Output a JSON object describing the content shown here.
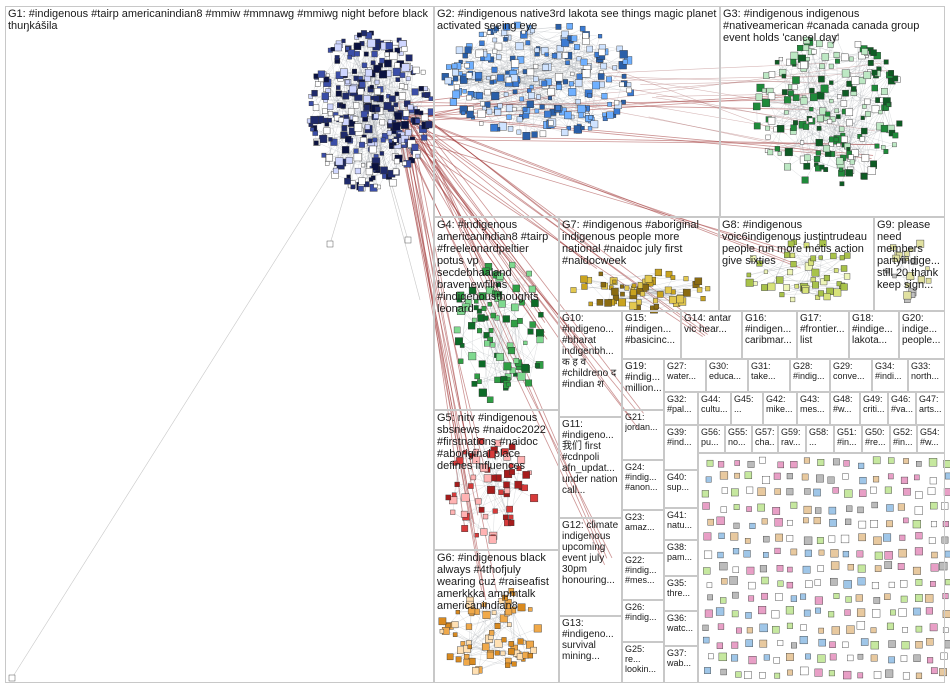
{
  "groups": [
    {
      "id": "G1",
      "label": "G1: #indigenous #tairp americanindian8 #mmiw #mmnawg #mmiwg night before black thuŋkášila"
    },
    {
      "id": "G2",
      "label": "G2: #indigenous native3rd lakota see things magic planet activated seeing eye"
    },
    {
      "id": "G3",
      "label": "G3: #indigenous indigenous #nativeamerican #canada canada group event holds 'cancel day'"
    },
    {
      "id": "G4",
      "label": "G4: #indigenous americanindian8 #tairp #freeleonardpeltier potus vp secdebhaaland bravenewfilms #indigenousthoughts leonard"
    },
    {
      "id": "G7",
      "label": "G7: #indigenous #aboriginal indigenous people more national #naidoc july first #naidocweek"
    },
    {
      "id": "G8",
      "label": "G8: #indigenous voic6indigenous justintrudeau people run more métis action give sixties"
    },
    {
      "id": "G9",
      "label": "G9: please need members partyindige... still 20 thank keep sign..."
    },
    {
      "id": "G10",
      "label": "G10: #indigeno... #bharat indigenbh... क ह व #childreno द #indian श"
    },
    {
      "id": "G15",
      "label": "G15: #indigen... #basicinc..."
    },
    {
      "id": "G14",
      "label": "G14: antar vic hear..."
    },
    {
      "id": "G16",
      "label": "G16: #indigen... caribmar..."
    },
    {
      "id": "G17",
      "label": "G17: #frontier... list"
    },
    {
      "id": "G18",
      "label": "G18: #indige... lakota..."
    },
    {
      "id": "G20",
      "label": "G20: indige... people..."
    },
    {
      "id": "G19",
      "label": "G19: #indig... million..."
    },
    {
      "id": "G27",
      "label": "G27: water..."
    },
    {
      "id": "G30",
      "label": "G30: educa..."
    },
    {
      "id": "G31",
      "label": "G31: take..."
    },
    {
      "id": "G28",
      "label": "G28: #indig..."
    },
    {
      "id": "G29",
      "label": "G29: conve..."
    },
    {
      "id": "G34",
      "label": "G34: #indi..."
    },
    {
      "id": "G33",
      "label": "G33: north..."
    },
    {
      "id": "G5",
      "label": "G5: nitv #indigenous sbsnews #naidoc2022 #firstnations #naidoc #aboriginal place defines influences"
    },
    {
      "id": "G11",
      "label": "G11: #indigeno... 我们 first #cdnpoli afn_updat... under nation call..."
    },
    {
      "id": "G21",
      "label": "G21: jordan..."
    },
    {
      "id": "G32",
      "label": "G32: #pal..."
    },
    {
      "id": "G44",
      "label": "G44: cultu..."
    },
    {
      "id": "G45",
      "label": "G45: ..."
    },
    {
      "id": "G42",
      "label": "G42: mike..."
    },
    {
      "id": "G43",
      "label": "G43: mes..."
    },
    {
      "id": "G48",
      "label": "G48: #w..."
    },
    {
      "id": "G49",
      "label": "G49: criti..."
    },
    {
      "id": "G46",
      "label": "G46: #va..."
    },
    {
      "id": "G47",
      "label": "G47: arts..."
    },
    {
      "id": "G39",
      "label": "G39: #ind..."
    },
    {
      "id": "G56",
      "label": "G56: pu..."
    },
    {
      "id": "G55",
      "label": "G55: no..."
    },
    {
      "id": "G57",
      "label": "G57: cha..."
    },
    {
      "id": "G59",
      "label": "G59: rav..."
    },
    {
      "id": "G58",
      "label": "G58: ..."
    },
    {
      "id": "G51",
      "label": "G51: #in..."
    },
    {
      "id": "G50",
      "label": "G50: #re..."
    },
    {
      "id": "G52",
      "label": "G52: #in..."
    },
    {
      "id": "G54",
      "label": "G54: #w..."
    },
    {
      "id": "G24",
      "label": "G24: #indig... #anon..."
    },
    {
      "id": "G40",
      "label": "G40: sup..."
    },
    {
      "id": "G6",
      "label": "G6: #indigenous black always #4thofjuly wearing cuz #raiseafist amerkkka ampmtalk americanindian8"
    },
    {
      "id": "G12",
      "label": "G12: climate indigenous upcoming event july 30pm honouring..."
    },
    {
      "id": "G23",
      "label": "G23: amaz..."
    },
    {
      "id": "G41",
      "label": "G41: natu..."
    },
    {
      "id": "G22",
      "label": "G22: #indig... #mes..."
    },
    {
      "id": "G38",
      "label": "G38: pam..."
    },
    {
      "id": "G35",
      "label": "G35: thre..."
    },
    {
      "id": "G13",
      "label": "G13: #indigeno... survival mining..."
    },
    {
      "id": "G26",
      "label": "G26: #indig..."
    },
    {
      "id": "G36",
      "label": "G36: watc..."
    },
    {
      "id": "G25",
      "label": "G25: re... lookin..."
    },
    {
      "id": "G37",
      "label": "G37: wab..."
    }
  ]
}
